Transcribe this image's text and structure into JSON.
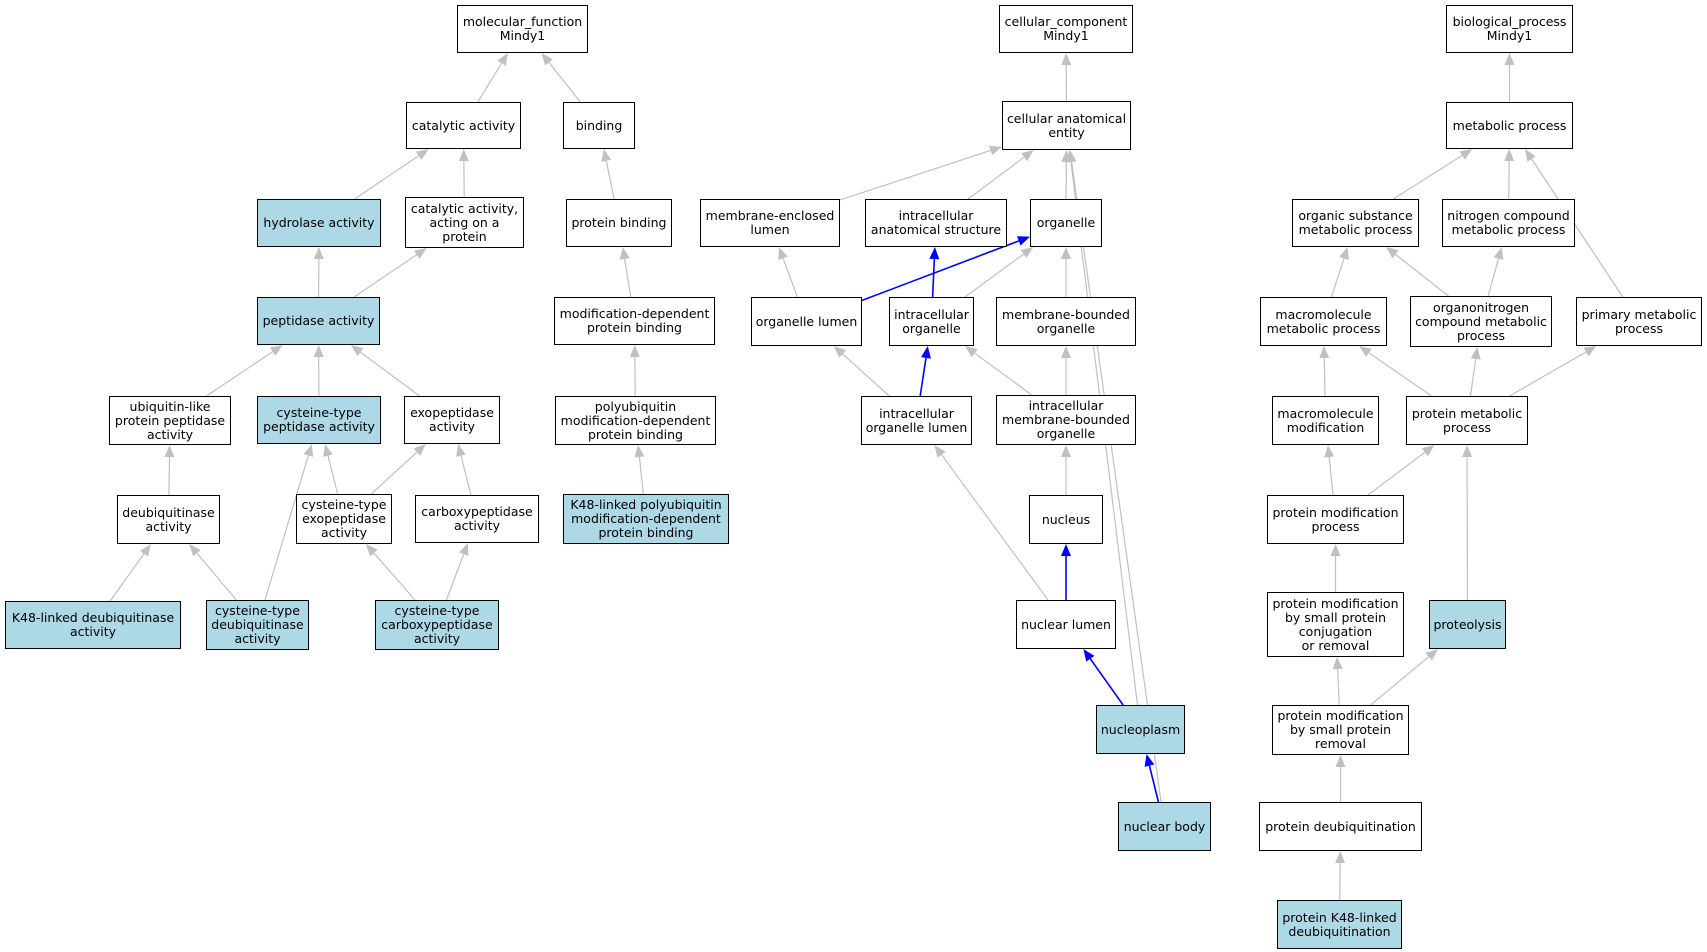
{
  "colors": {
    "highlight": "#add8e6",
    "edge": "#c0c0c0",
    "path_edge": "#0000ff",
    "border": "#000000"
  },
  "nodes": {
    "mf": {
      "label": "molecular_function\nMindy1",
      "highlight": false
    },
    "catalytic": {
      "label": "catalytic activity",
      "highlight": false
    },
    "binding": {
      "label": "binding",
      "highlight": false
    },
    "hydrolase": {
      "label": "hydrolase activity",
      "highlight": true
    },
    "cat_protein": {
      "label": "catalytic activity,\nacting on a\nprotein",
      "highlight": false
    },
    "protein_binding": {
      "label": "protein binding",
      "highlight": false
    },
    "peptidase": {
      "label": "peptidase activity",
      "highlight": true
    },
    "moddep": {
      "label": "modification-dependent\nprotein binding",
      "highlight": false
    },
    "ubl_pep": {
      "label": "ubiquitin-like\nprotein peptidase\nactivity",
      "highlight": false
    },
    "cys_pep": {
      "label": "cysteine-type\npeptidase activity",
      "highlight": true
    },
    "exopep": {
      "label": "exopeptidase\nactivity",
      "highlight": false
    },
    "polyub": {
      "label": "polyubiquitin\nmodification-dependent\nprotein binding",
      "highlight": false
    },
    "deub": {
      "label": "deubiquitinase\nactivity",
      "highlight": false
    },
    "cys_exo": {
      "label": "cysteine-type\nexopeptidase\nactivity",
      "highlight": false
    },
    "carboxy": {
      "label": "carboxypeptidase\nactivity",
      "highlight": false
    },
    "k48_polyub": {
      "label": "K48-linked polyubiquitin\nmodification-dependent\nprotein binding",
      "highlight": true
    },
    "k48_deub": {
      "label": "K48-linked deubiquitinase\nactivity",
      "highlight": true
    },
    "cys_deub": {
      "label": "cysteine-type\ndeubiquitinase\nactivity",
      "highlight": true
    },
    "cys_carboxy": {
      "label": "cysteine-type\ncarboxypeptidase\nactivity",
      "highlight": true
    },
    "cc": {
      "label": "cellular_component\nMindy1",
      "highlight": false
    },
    "cae": {
      "label": "cellular anatomical\nentity",
      "highlight": false
    },
    "mem_lumen": {
      "label": "membrane-enclosed\nlumen",
      "highlight": false
    },
    "ic_anat": {
      "label": "intracellular\nanatomical structure",
      "highlight": false
    },
    "organelle": {
      "label": "organelle",
      "highlight": false
    },
    "org_lumen": {
      "label": "organelle lumen",
      "highlight": false
    },
    "ic_org": {
      "label": "intracellular\norganelle",
      "highlight": false
    },
    "mem_org": {
      "label": "membrane-bounded\norganelle",
      "highlight": false
    },
    "ic_org_lumen": {
      "label": "intracellular\norganelle lumen",
      "highlight": false
    },
    "ic_mem_org": {
      "label": "intracellular\nmembrane-bounded\norganelle",
      "highlight": false
    },
    "nucleus": {
      "label": "nucleus",
      "highlight": false
    },
    "nuc_lumen": {
      "label": "nuclear lumen",
      "highlight": false
    },
    "nucleoplasm": {
      "label": "nucleoplasm",
      "highlight": true
    },
    "nuc_body": {
      "label": "nuclear body",
      "highlight": true
    },
    "bp": {
      "label": "biological_process\nMindy1",
      "highlight": false
    },
    "metabolic": {
      "label": "metabolic process",
      "highlight": false
    },
    "org_sub": {
      "label": "organic substance\nmetabolic process",
      "highlight": false
    },
    "nitro": {
      "label": "nitrogen compound\nmetabolic process",
      "highlight": false
    },
    "macro_met": {
      "label": "macromolecule\nmetabolic process",
      "highlight": false
    },
    "organonitro": {
      "label": "organonitrogen\ncompound metabolic\nprocess",
      "highlight": false
    },
    "primary": {
      "label": "primary metabolic\nprocess",
      "highlight": false
    },
    "macro_mod": {
      "label": "macromolecule\nmodification",
      "highlight": false
    },
    "prot_met": {
      "label": "protein metabolic\nprocess",
      "highlight": false
    },
    "prot_mod": {
      "label": "protein modification\nprocess",
      "highlight": false
    },
    "prot_mod_small": {
      "label": "protein modification\nby small protein\nconjugation\nor removal",
      "highlight": false
    },
    "proteolysis": {
      "label": "proteolysis",
      "highlight": true
    },
    "prot_mod_removal": {
      "label": "protein modification\nby small protein\nremoval",
      "highlight": false
    },
    "prot_deub": {
      "label": "protein deubiquitination",
      "highlight": false
    },
    "prot_k48": {
      "label": "protein K48-linked\ndeubiquitination",
      "highlight": true
    }
  },
  "edges": [
    {
      "from": "catalytic",
      "to": "mf",
      "path": false
    },
    {
      "from": "binding",
      "to": "mf",
      "path": false
    },
    {
      "from": "hydrolase",
      "to": "catalytic",
      "path": false
    },
    {
      "from": "cat_protein",
      "to": "catalytic",
      "path": false
    },
    {
      "from": "protein_binding",
      "to": "binding",
      "path": false
    },
    {
      "from": "peptidase",
      "to": "hydrolase",
      "path": false
    },
    {
      "from": "peptidase",
      "to": "cat_protein",
      "path": false
    },
    {
      "from": "moddep",
      "to": "protein_binding",
      "path": false
    },
    {
      "from": "ubl_pep",
      "to": "peptidase",
      "path": false
    },
    {
      "from": "cys_pep",
      "to": "peptidase",
      "path": false
    },
    {
      "from": "exopep",
      "to": "peptidase",
      "path": false
    },
    {
      "from": "polyub",
      "to": "moddep",
      "path": false
    },
    {
      "from": "deub",
      "to": "ubl_pep",
      "path": false
    },
    {
      "from": "cys_exo",
      "to": "cys_pep",
      "path": false
    },
    {
      "from": "cys_exo",
      "to": "exopep",
      "path": false
    },
    {
      "from": "carboxy",
      "to": "exopep",
      "path": false
    },
    {
      "from": "k48_polyub",
      "to": "polyub",
      "path": false
    },
    {
      "from": "k48_deub",
      "to": "deub",
      "path": false
    },
    {
      "from": "cys_deub",
      "to": "deub",
      "path": false
    },
    {
      "from": "cys_deub",
      "to": "cys_pep",
      "path": false
    },
    {
      "from": "cys_carboxy",
      "to": "cys_exo",
      "path": false
    },
    {
      "from": "cys_carboxy",
      "to": "carboxy",
      "path": false
    },
    {
      "from": "cae",
      "to": "cc",
      "path": false
    },
    {
      "from": "mem_lumen",
      "to": "cae",
      "path": false
    },
    {
      "from": "ic_anat",
      "to": "cae",
      "path": false
    },
    {
      "from": "organelle",
      "to": "cae",
      "path": false
    },
    {
      "from": "org_lumen",
      "to": "mem_lumen",
      "path": false
    },
    {
      "from": "org_lumen",
      "to": "organelle",
      "path": true
    },
    {
      "from": "ic_org",
      "to": "ic_anat",
      "path": true
    },
    {
      "from": "ic_org",
      "to": "organelle",
      "path": false
    },
    {
      "from": "mem_org",
      "to": "organelle",
      "path": false
    },
    {
      "from": "ic_org_lumen",
      "to": "org_lumen",
      "path": false
    },
    {
      "from": "ic_org_lumen",
      "to": "ic_org",
      "path": true
    },
    {
      "from": "ic_mem_org",
      "to": "ic_org",
      "path": false
    },
    {
      "from": "ic_mem_org",
      "to": "mem_org",
      "path": false
    },
    {
      "from": "nucleus",
      "to": "ic_mem_org",
      "path": false
    },
    {
      "from": "nuc_lumen",
      "to": "ic_org_lumen",
      "path": false
    },
    {
      "from": "nuc_lumen",
      "to": "nucleus",
      "path": true
    },
    {
      "from": "nucleoplasm",
      "to": "nuc_lumen",
      "path": true
    },
    {
      "from": "nucleoplasm",
      "to": "cae",
      "path": false
    },
    {
      "from": "nuc_body",
      "to": "nucleoplasm",
      "path": true
    },
    {
      "from": "nuc_body",
      "to": "cae",
      "path": false
    },
    {
      "from": "metabolic",
      "to": "bp",
      "path": false
    },
    {
      "from": "org_sub",
      "to": "metabolic",
      "path": false
    },
    {
      "from": "nitro",
      "to": "metabolic",
      "path": false
    },
    {
      "from": "primary",
      "to": "metabolic",
      "path": false
    },
    {
      "from": "macro_met",
      "to": "org_sub",
      "path": false
    },
    {
      "from": "organonitro",
      "to": "org_sub",
      "path": false
    },
    {
      "from": "organonitro",
      "to": "nitro",
      "path": false
    },
    {
      "from": "macro_mod",
      "to": "macro_met",
      "path": false
    },
    {
      "from": "prot_met",
      "to": "macro_met",
      "path": false
    },
    {
      "from": "prot_met",
      "to": "organonitro",
      "path": false
    },
    {
      "from": "prot_met",
      "to": "primary",
      "path": false
    },
    {
      "from": "prot_mod",
      "to": "macro_mod",
      "path": false
    },
    {
      "from": "prot_mod",
      "to": "prot_met",
      "path": false
    },
    {
      "from": "proteolysis",
      "to": "prot_met",
      "path": false
    },
    {
      "from": "prot_mod_small",
      "to": "prot_mod",
      "path": false
    },
    {
      "from": "prot_mod_removal",
      "to": "prot_mod_small",
      "path": false
    },
    {
      "from": "prot_mod_removal",
      "to": "proteolysis",
      "path": false
    },
    {
      "from": "prot_deub",
      "to": "prot_mod_removal",
      "path": false
    },
    {
      "from": "prot_k48",
      "to": "prot_deub",
      "path": false
    }
  ]
}
